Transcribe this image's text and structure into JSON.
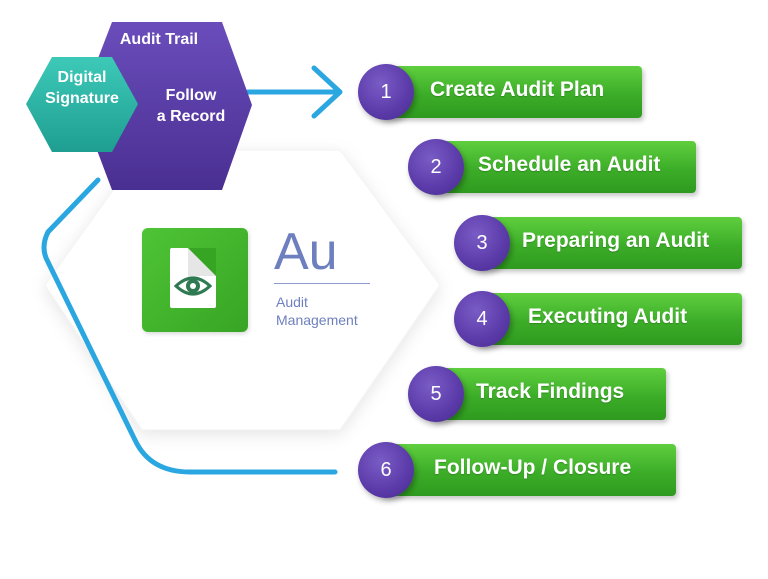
{
  "hexagons": {
    "audit_trail": "Audit Trail",
    "follow_record_line1": "Follow",
    "follow_record_line2": "a Record",
    "digital_signature_line1": "Digital",
    "digital_signature_line2": "Signature"
  },
  "app": {
    "abbr": "Au",
    "name_line1": "Audit",
    "name_line2": "Management",
    "icon": "document-eye-icon"
  },
  "steps": [
    {
      "number": "1",
      "label": "Create Audit Plan"
    },
    {
      "number": "2",
      "label": "Schedule an Audit"
    },
    {
      "number": "3",
      "label": "Preparing an Audit"
    },
    {
      "number": "4",
      "label": "Executing Audit"
    },
    {
      "number": "5",
      "label": "Track Findings"
    },
    {
      "number": "6",
      "label": "Follow-Up / Closure"
    }
  ],
  "colors": {
    "purple": "#5a3aa8",
    "teal": "#2bb3a5",
    "green": "#3cad28",
    "blue_line": "#2aa6e0",
    "accent_text": "#6d7fbf"
  }
}
